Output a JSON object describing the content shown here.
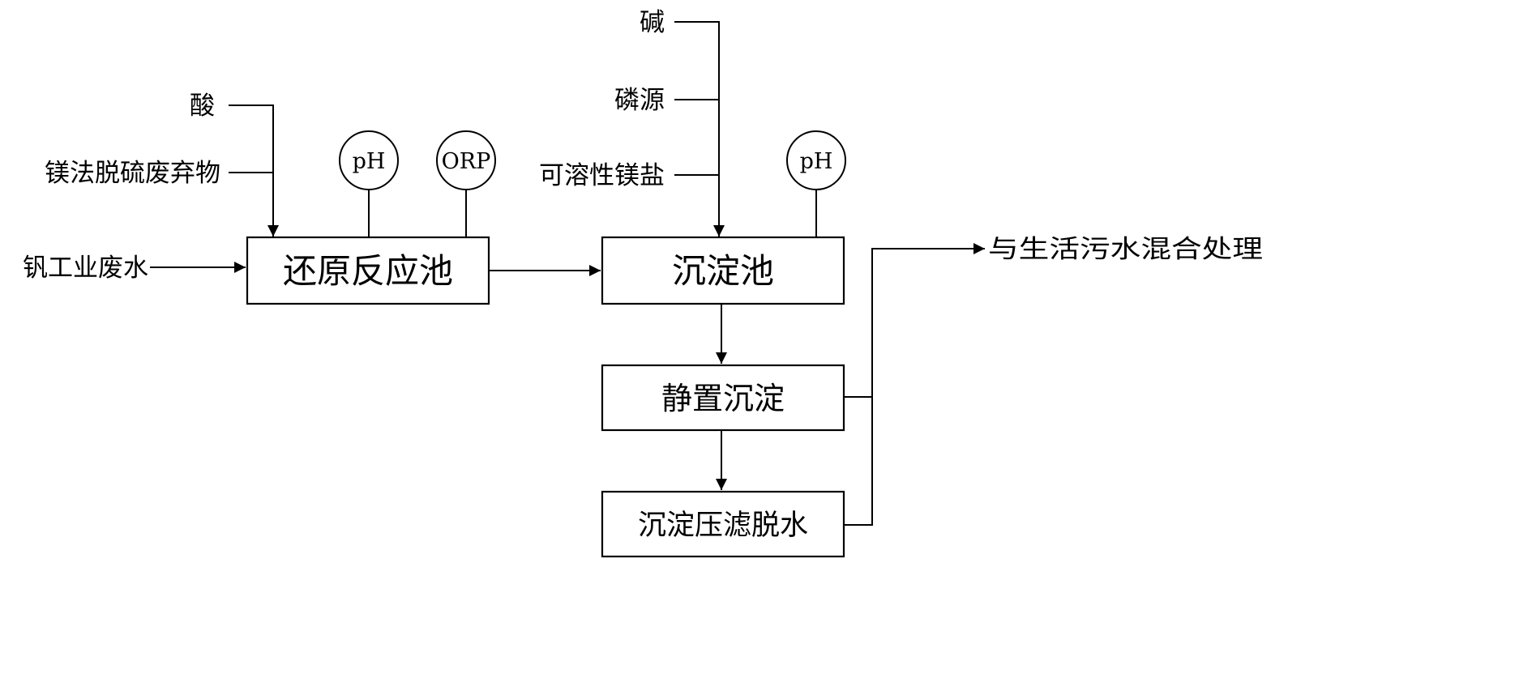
{
  "inputs": {
    "acid": "酸",
    "mg_desulf_waste": "镁法脱硫废弃物",
    "vanadium_wastewater": "钒工业废水",
    "alkali": "碱",
    "phosphorus_source": "磷源",
    "soluble_mg_salt": "可溶性镁盐"
  },
  "boxes": {
    "reduction_tank": "还原反应池",
    "sedimentation_tank": "沉淀池",
    "static_settling": "静置沉淀",
    "filter_press": "沉淀压滤脱水"
  },
  "meters": {
    "ph_1": "pH",
    "orp": "ORP",
    "ph_2": "pH"
  },
  "output": "与生活污水混合处理"
}
